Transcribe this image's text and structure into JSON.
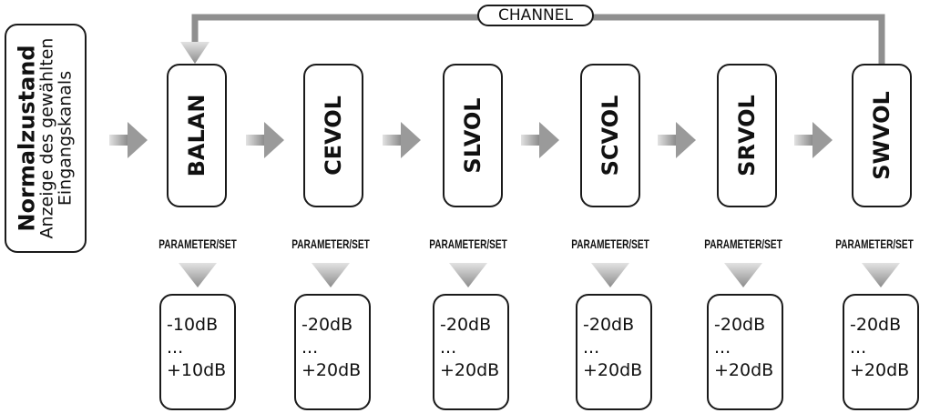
{
  "normal_state": {
    "title": "Normalzustand",
    "line1": "Anzeige des gewählten",
    "line2": "Eingangskanals"
  },
  "channel_label": "CHANNEL",
  "parameters": [
    {
      "label": "BALAN",
      "set_label": "PARAMETER/SET",
      "range_min": "-10dB",
      "ellipsis": "...",
      "range_max": "+10dB"
    },
    {
      "label": "CEVOL",
      "set_label": "PARAMETER/SET",
      "range_min": "-20dB",
      "ellipsis": "...",
      "range_max": "+20dB"
    },
    {
      "label": "SLVOL",
      "set_label": "PARAMETER/SET",
      "range_min": "-20dB",
      "ellipsis": "...",
      "range_max": "+20dB"
    },
    {
      "label": "SCVOL",
      "set_label": "PARAMETER/SET",
      "range_min": "-20dB",
      "ellipsis": "...",
      "range_max": "+20dB"
    },
    {
      "label": "SRVOL",
      "set_label": "PARAMETER/SET",
      "range_min": "-20dB",
      "ellipsis": "...",
      "range_max": "+20dB"
    },
    {
      "label": "SWVOL",
      "set_label": "PARAMETER/SET",
      "range_min": "-20dB",
      "ellipsis": "...",
      "range_max": "+20dB"
    }
  ],
  "colors": {
    "arrow_light": "#e2e2e2",
    "arrow_dark": "#8c8c8c",
    "loop_line": "#8f8f8f",
    "border": "#1a1a1a"
  }
}
